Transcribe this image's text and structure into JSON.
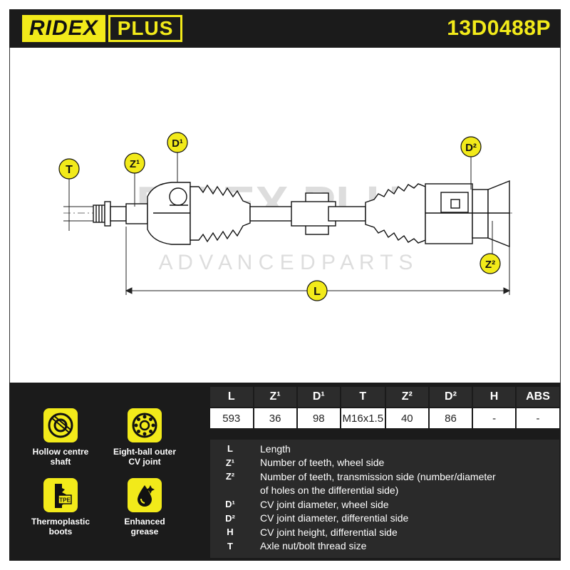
{
  "brand": {
    "name_part1": "RIDEX",
    "name_part2": "PLUS"
  },
  "part_number": "13D0488P",
  "watermark": {
    "logo_text": "RIDEX PLUS",
    "tagline": "A D V A N C E D   P A R T S"
  },
  "drawing_labels": {
    "T": "T",
    "Z1": "Z¹",
    "D1": "D¹",
    "D2": "D²",
    "Z2": "Z²",
    "L": "L"
  },
  "features": [
    {
      "icon": "hollow-shaft-icon",
      "label_line1": "Hollow centre",
      "label_line2": "shaft"
    },
    {
      "icon": "eight-ball-joint-icon",
      "label_line1": "Eight-ball outer",
      "label_line2": "CV joint"
    },
    {
      "icon": "tpe-boot-icon",
      "label_line1": "Thermoplastic",
      "label_line2": "boots"
    },
    {
      "icon": "grease-icon",
      "label_line1": "Enhanced",
      "label_line2": "grease"
    }
  ],
  "specs": {
    "headers": [
      "L",
      "Z¹",
      "D¹",
      "T",
      "Z²",
      "D²",
      "H",
      "ABS"
    ],
    "values": [
      "593",
      "36",
      "98",
      "M16x1.5",
      "40",
      "86",
      "-",
      "-"
    ]
  },
  "legend": [
    {
      "key": "L",
      "desc": "Length"
    },
    {
      "key": "Z¹",
      "desc": "Number of teeth, wheel side"
    },
    {
      "key": "Z²",
      "desc": "Number of teeth, transmission side (number/diameter"
    },
    {
      "key": "",
      "desc": "of holes on the differential side)"
    },
    {
      "key": "D¹",
      "desc": "CV joint diameter, wheel side"
    },
    {
      "key": "D²",
      "desc": "CV joint diameter, differential side"
    },
    {
      "key": "H",
      "desc": "CV joint height, differential side"
    },
    {
      "key": "T",
      "desc": "Axle nut/bolt thread size"
    }
  ],
  "colors": {
    "accent": "#f2ea1a",
    "dark": "#1b1b1b",
    "panel": "#2a2a2a"
  }
}
